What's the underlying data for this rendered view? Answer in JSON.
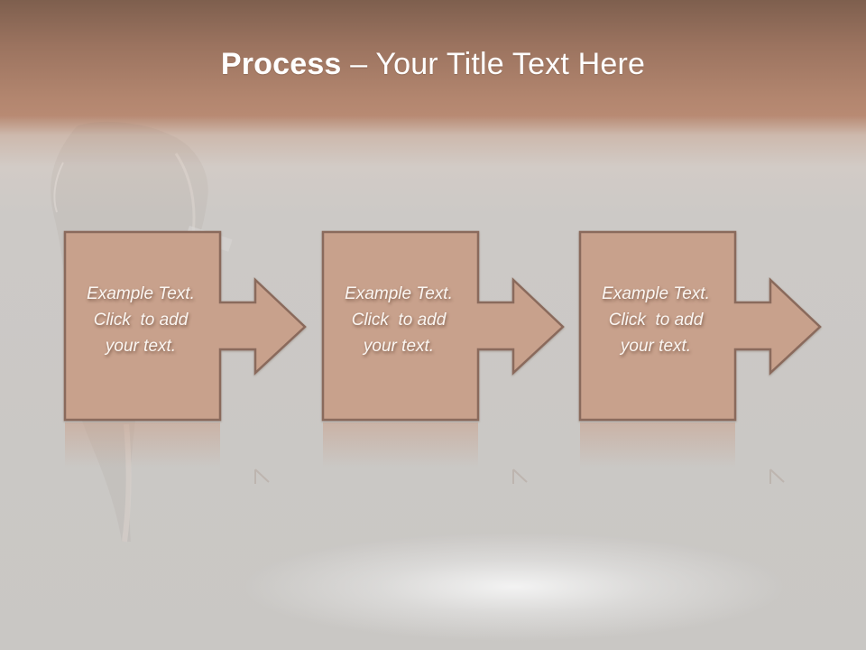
{
  "slide": {
    "title_bold": "Process",
    "title_rest": " – Your Title Text Here",
    "colors": {
      "header_top": "#7e5f4e",
      "header_bottom": "#b88a73",
      "background": "#c9c7c4",
      "shape_fill": "#c8a18c",
      "shape_border": "#8a6a5c",
      "text": "#fbf6f2"
    },
    "steps": [
      {
        "line1": "Example Text.",
        "line2": "Click  to add",
        "line3": "your text.",
        "icon": "right-arrow-icon"
      },
      {
        "line1": "Example Text.",
        "line2": "Click  to add",
        "line3": "your text.",
        "icon": "right-arrow-icon"
      },
      {
        "line1": "Example Text.",
        "line2": "Click  to add",
        "line3": "your text.",
        "icon": "right-arrow-icon"
      }
    ]
  }
}
